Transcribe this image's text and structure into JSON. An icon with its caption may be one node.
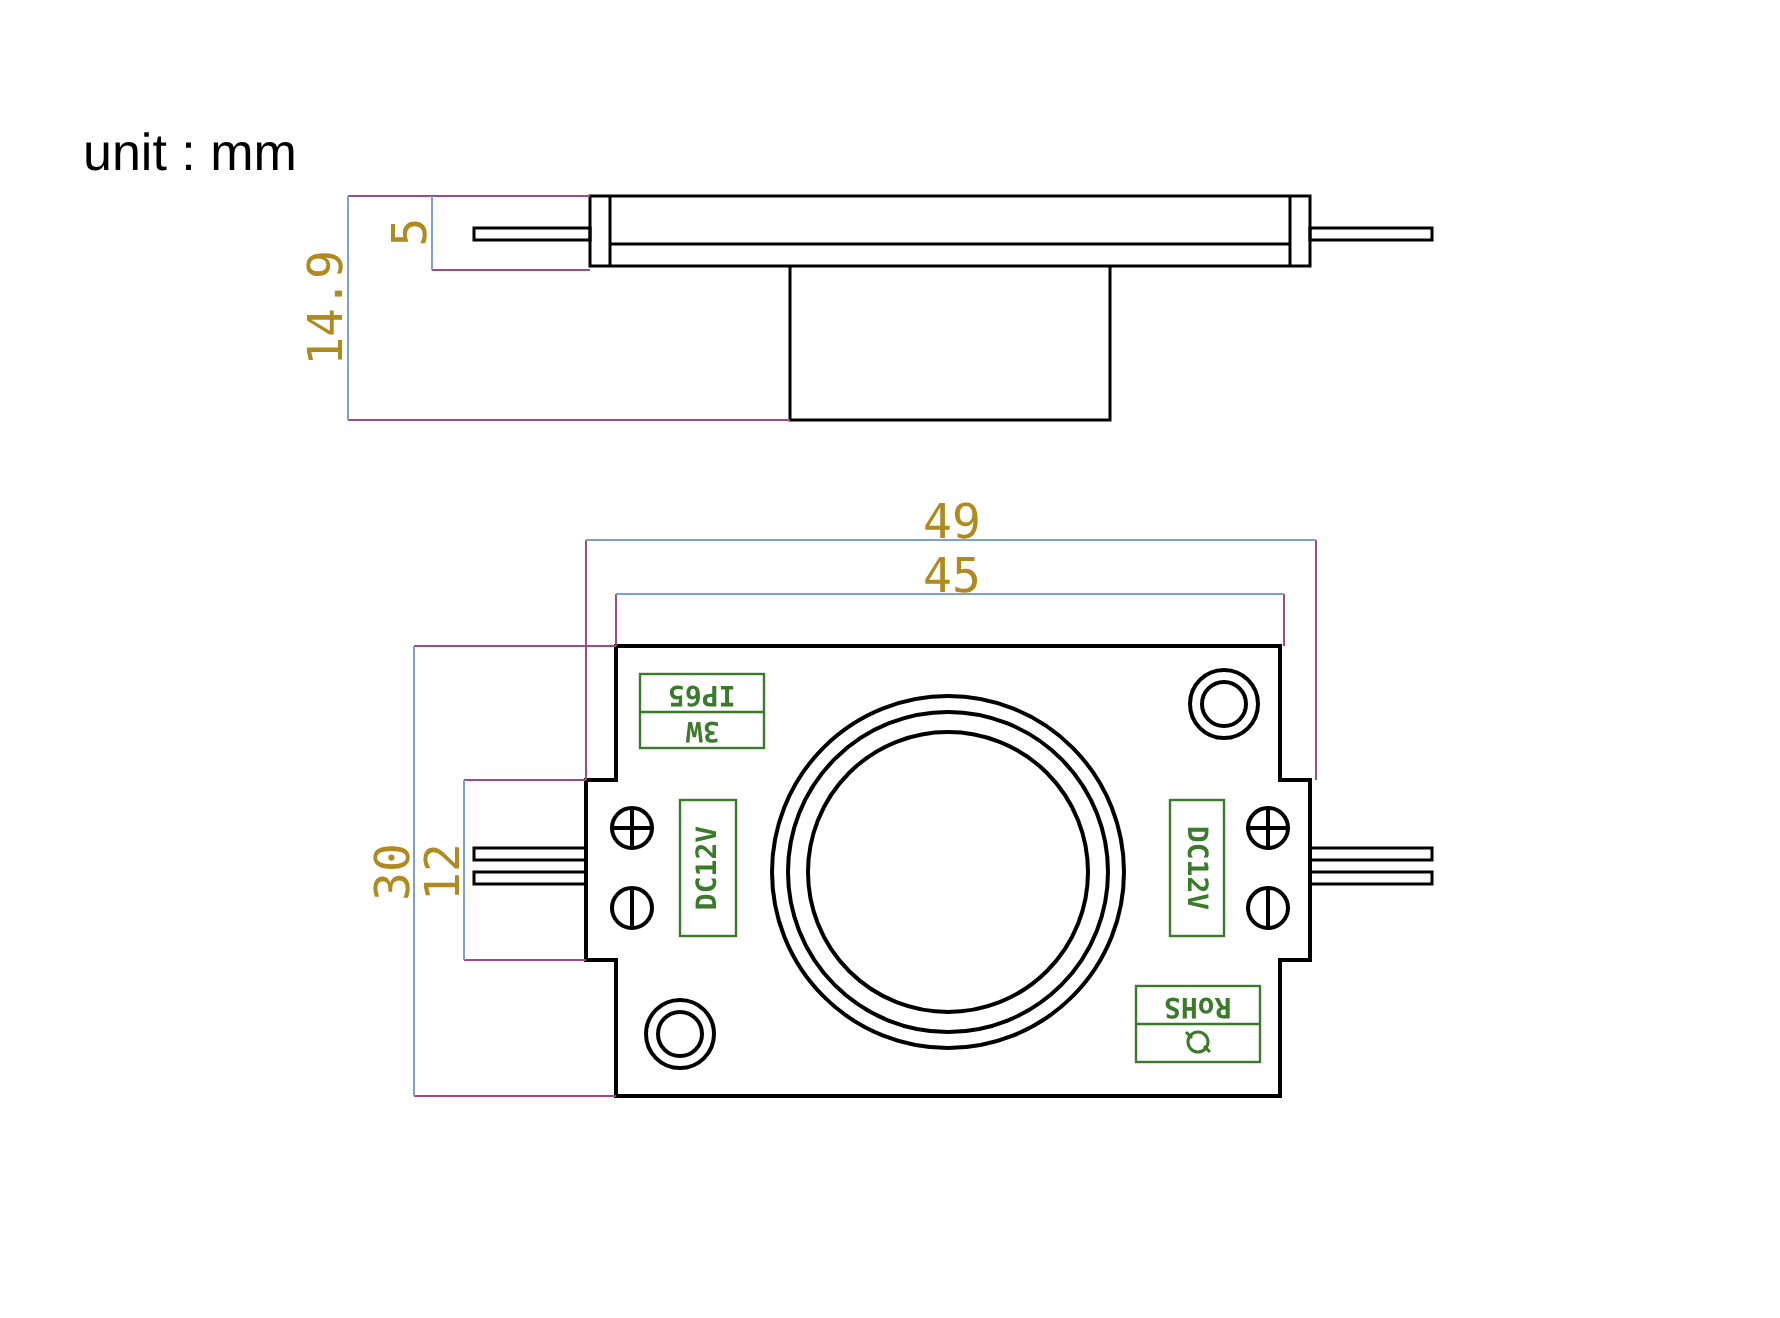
{
  "diagram": {
    "labels": [
      "unit : mm",
      "5",
      "14.9",
      "49",
      "45",
      "IP65",
      "3W",
      "30",
      "12",
      "DC12V",
      "DC12V",
      "RoHS"
    ]
  }
}
